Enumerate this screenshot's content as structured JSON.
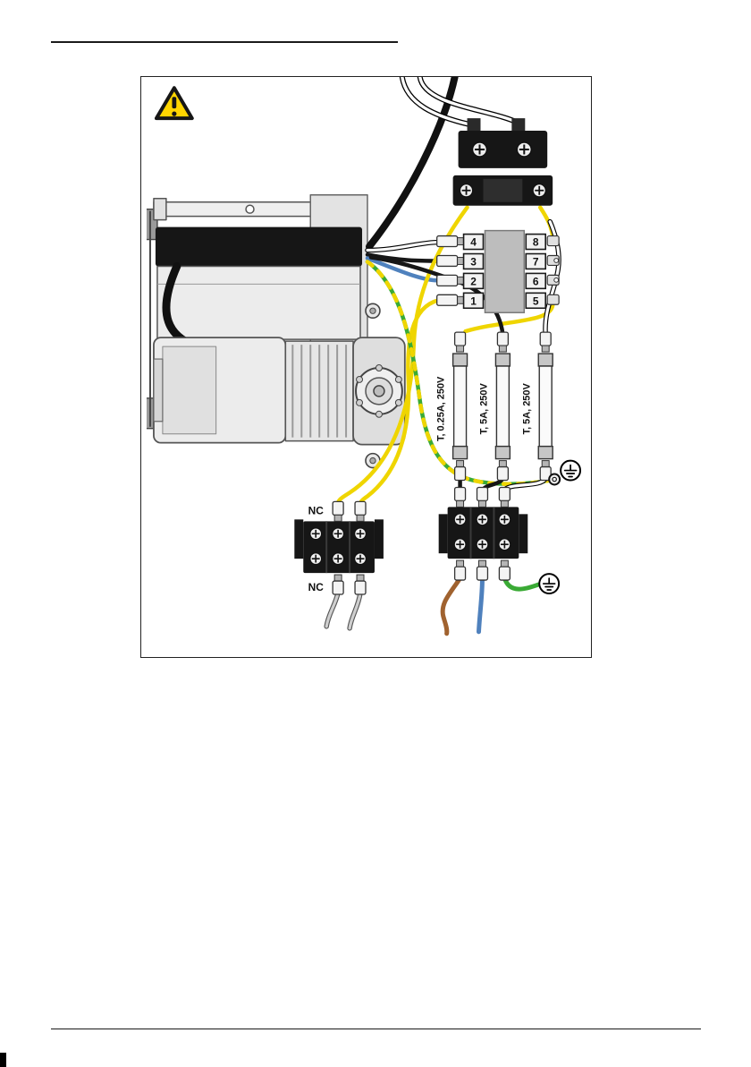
{
  "figure": {
    "warning": {
      "icon": "warning-triangle-icon",
      "color": "#FFD500"
    },
    "connector": {
      "left_terminals": [
        "4",
        "3",
        "2",
        "1"
      ],
      "right_terminals": [
        "8",
        "7",
        "6",
        "5"
      ]
    },
    "fuses": [
      {
        "label": "T, 0.25A, 250V"
      },
      {
        "label": "T, 5A, 250V"
      },
      {
        "label": "T, 5A, 250V"
      }
    ],
    "nc": {
      "top_label": "NC",
      "bottom_label": "NC"
    },
    "grounds": {
      "icon": "protective-earth-icon",
      "count": 2
    },
    "wire_colors": {
      "yellow": "#EFD500",
      "green": "#3AAA35",
      "blue": "#4F81BD",
      "brown": "#A0622F",
      "black": "#161616",
      "white": "#FFFFFF",
      "gray": "#CFCFCF"
    }
  }
}
